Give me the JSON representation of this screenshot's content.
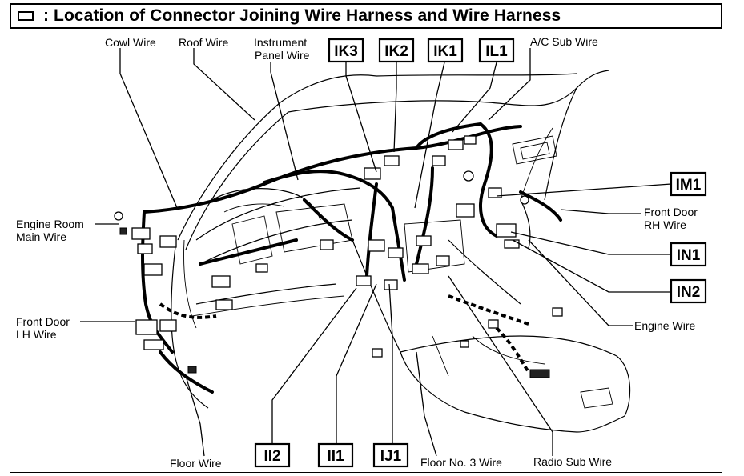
{
  "title": ": Location of Connector Joining Wire Harness and Wire Harness",
  "labels": {
    "cowl_wire": "Cowl Wire",
    "roof_wire": "Roof Wire",
    "instrument_panel_wire_1": "Instrument",
    "instrument_panel_wire_2": "Panel Wire",
    "ac_sub_wire": "A/C Sub Wire",
    "engine_room_main_wire_1": "Engine Room",
    "engine_room_main_wire_2": "Main Wire",
    "front_door_lh_wire_1": "Front Door",
    "front_door_lh_wire_2": "LH Wire",
    "front_door_rh_wire_1": "Front Door",
    "front_door_rh_wire_2": "RH Wire",
    "engine_wire": "Engine Wire",
    "floor_wire": "Floor Wire",
    "floor_no3_wire": "Floor No. 3 Wire",
    "radio_sub_wire": "Radio Sub Wire"
  },
  "connector_codes": {
    "ik3": "IK3",
    "ik2": "IK2",
    "ik1": "IK1",
    "il1": "IL1",
    "im1": "IM1",
    "in1": "IN1",
    "in2": "IN2",
    "ii2": "II2",
    "ii1": "II1",
    "ij1": "IJ1"
  }
}
